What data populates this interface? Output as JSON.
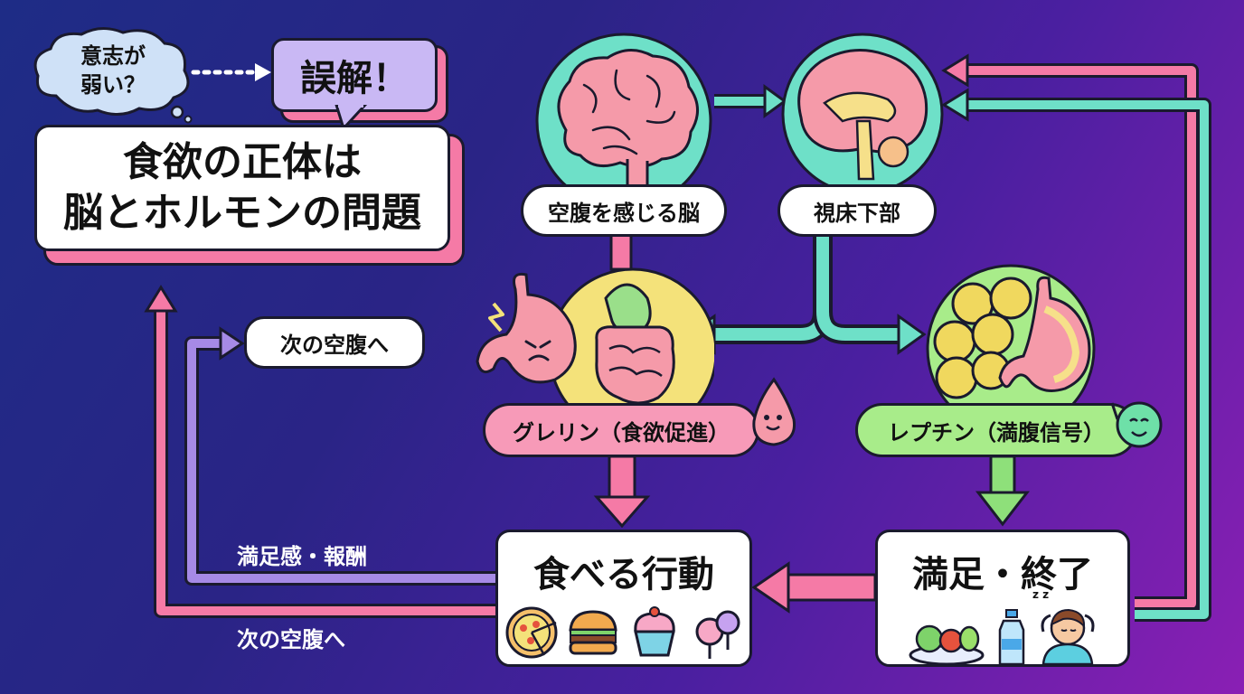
{
  "thought_bubble": {
    "line1": "意志が",
    "line2": "弱い？"
  },
  "myth_banner": {
    "text": "誤解！"
  },
  "title_card": {
    "line1": "食欲の正体は",
    "line2": "脳とホルモンの問題"
  },
  "brain_label": "空腹を感じる脳",
  "hypothalamus_label": "視床下部",
  "ghrelin_label": "グレリン（食欲促進）",
  "leptin_label": "レプチン（満腹信号）",
  "next_hunger_top": "次の空腹へ",
  "reward_label": "満足感・報酬",
  "next_hunger_bottom": "次の空腹へ",
  "eating_box": {
    "title": "食べる行動"
  },
  "satiety_box": {
    "title": "満足・終了",
    "sleep_mark": "z z"
  },
  "colors": {
    "teal": "#6ee0c8",
    "pink": "#f57aa6",
    "lavender": "#a68ae6",
    "green": "#8ee07a",
    "yellow": "#f4e27a",
    "leptin_bg": "#a8ec8a",
    "ghrelin_bg": "#f79ab8"
  },
  "icons": [
    "brain-icon",
    "hypothalamus-icon",
    "stomach-icon",
    "intestine-icon",
    "fat-cell-icon",
    "pizza-icon",
    "burger-icon",
    "cupcake-icon",
    "lollipop-icon",
    "salad-icon",
    "water-bottle-icon",
    "resting-person-icon"
  ]
}
